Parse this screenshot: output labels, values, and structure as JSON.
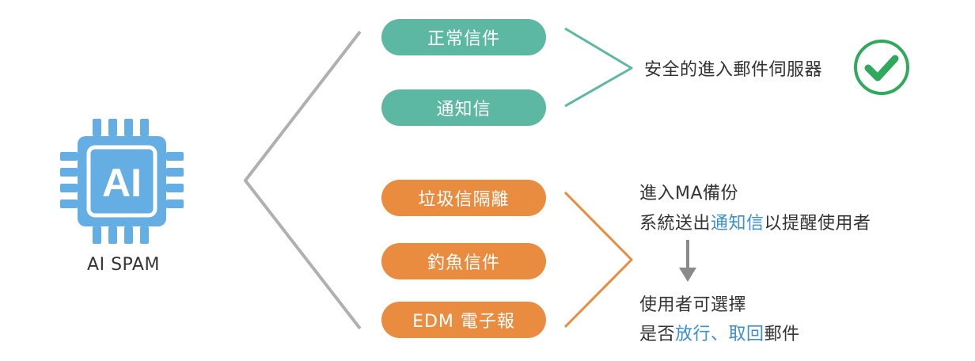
{
  "ai_chip": {
    "text": "AI",
    "label": "AI SPAM"
  },
  "categories": {
    "normal_mail": "正常信件",
    "notification": "通知信",
    "spam_quarantine": "垃圾信隔離",
    "phishing": "釣魚信件",
    "edm": "EDM 電子報"
  },
  "outcomes": {
    "safe_server": "安全的進入郵件伺服器",
    "backup_line1": "進入MA備份",
    "backup_line2_pre": "系統送出",
    "backup_line2_hl": "通知信",
    "backup_line2_post": "以提醒使用者",
    "choose_line1": "使用者可選擇",
    "choose_line2_pre": "是否",
    "choose_line2_hl1": "放行",
    "choose_line2_sep": "、",
    "choose_line2_hl2": "取回",
    "choose_line2_post": "郵件"
  },
  "colors": {
    "teal": "#5cb8a3",
    "orange": "#ea8c3f",
    "chip_blue": "#64aee3",
    "check_green": "#2fa95c",
    "highlight_blue": "#3a8fd3",
    "gray_line": "#b0b0b0"
  }
}
